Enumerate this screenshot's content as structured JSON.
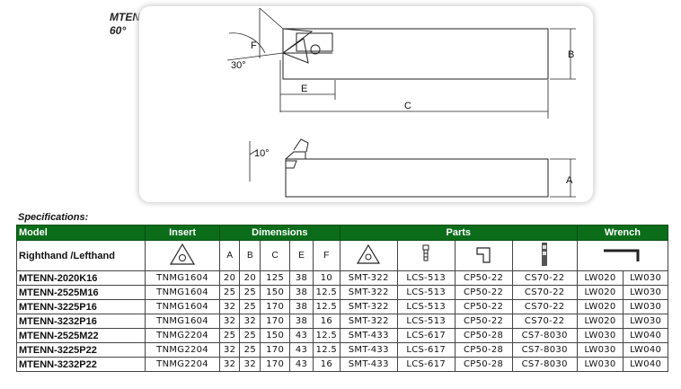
{
  "header": {
    "title": "MTEN",
    "subtitle": "60°"
  },
  "drawing": {
    "dim_labels": [
      "F",
      "B",
      "30°",
      "E",
      "C",
      "10°",
      "A"
    ]
  },
  "spec_title": "Specifications:",
  "table": {
    "group_headers": [
      "Model",
      "Insert",
      "Dimensions",
      "Parts",
      "Wrench"
    ],
    "model_subheader": "Righthand /Lefthand",
    "dimension_columns": [
      "A",
      "B",
      "C",
      "E",
      "F"
    ],
    "icons": [
      "insert-triangle-icon",
      "shim-triangle-icon",
      "screw-icon",
      "clamp-icon",
      "pin-icon",
      "hex-wrench-icon"
    ],
    "rows": [
      [
        "MTENN-2020K16",
        "TNMG1604",
        "20",
        "20",
        "125",
        "38",
        "10",
        "SMT-322",
        "LCS-513",
        "CP50-22",
        "CS70-22",
        "LW020",
        "LW030"
      ],
      [
        "MTENN-2525M16",
        "TNMG1604",
        "25",
        "25",
        "150",
        "38",
        "12.5",
        "SMT-322",
        "LCS-513",
        "CP50-22",
        "CS70-22",
        "LW020",
        "LW030"
      ],
      [
        "MTENN-3225P16",
        "TNMG1604",
        "32",
        "25",
        "170",
        "38",
        "12.5",
        "SMT-322",
        "LCS-513",
        "CP50-22",
        "CS70-22",
        "LW020",
        "LW030"
      ],
      [
        "MTENN-3232P16",
        "TNMG1604",
        "32",
        "32",
        "170",
        "38",
        "16",
        "SMT-322",
        "LCS-513",
        "CP50-22",
        "CS70-22",
        "LW020",
        "LW030"
      ],
      [
        "MTENN-2525M22",
        "TNMG2204",
        "25",
        "25",
        "150",
        "43",
        "12.5",
        "SMT-433",
        "LCS-617",
        "CP50-28",
        "CS7-8030",
        "LW030",
        "LW040"
      ],
      [
        "MTENN-3225P22",
        "TNMG2204",
        "32",
        "25",
        "170",
        "43",
        "12.5",
        "SMT-433",
        "LCS-617",
        "CP50-28",
        "CS7-8030",
        "LW030",
        "LW040"
      ],
      [
        "MTENN-3232P22",
        "TNMG2204",
        "32",
        "32",
        "170",
        "43",
        "16",
        "SMT-433",
        "LCS-617",
        "CP50-28",
        "CS7-8030",
        "LW030",
        "LW040"
      ]
    ]
  },
  "colors": {
    "header_green": "#0b6d1a",
    "border": "#444444"
  }
}
